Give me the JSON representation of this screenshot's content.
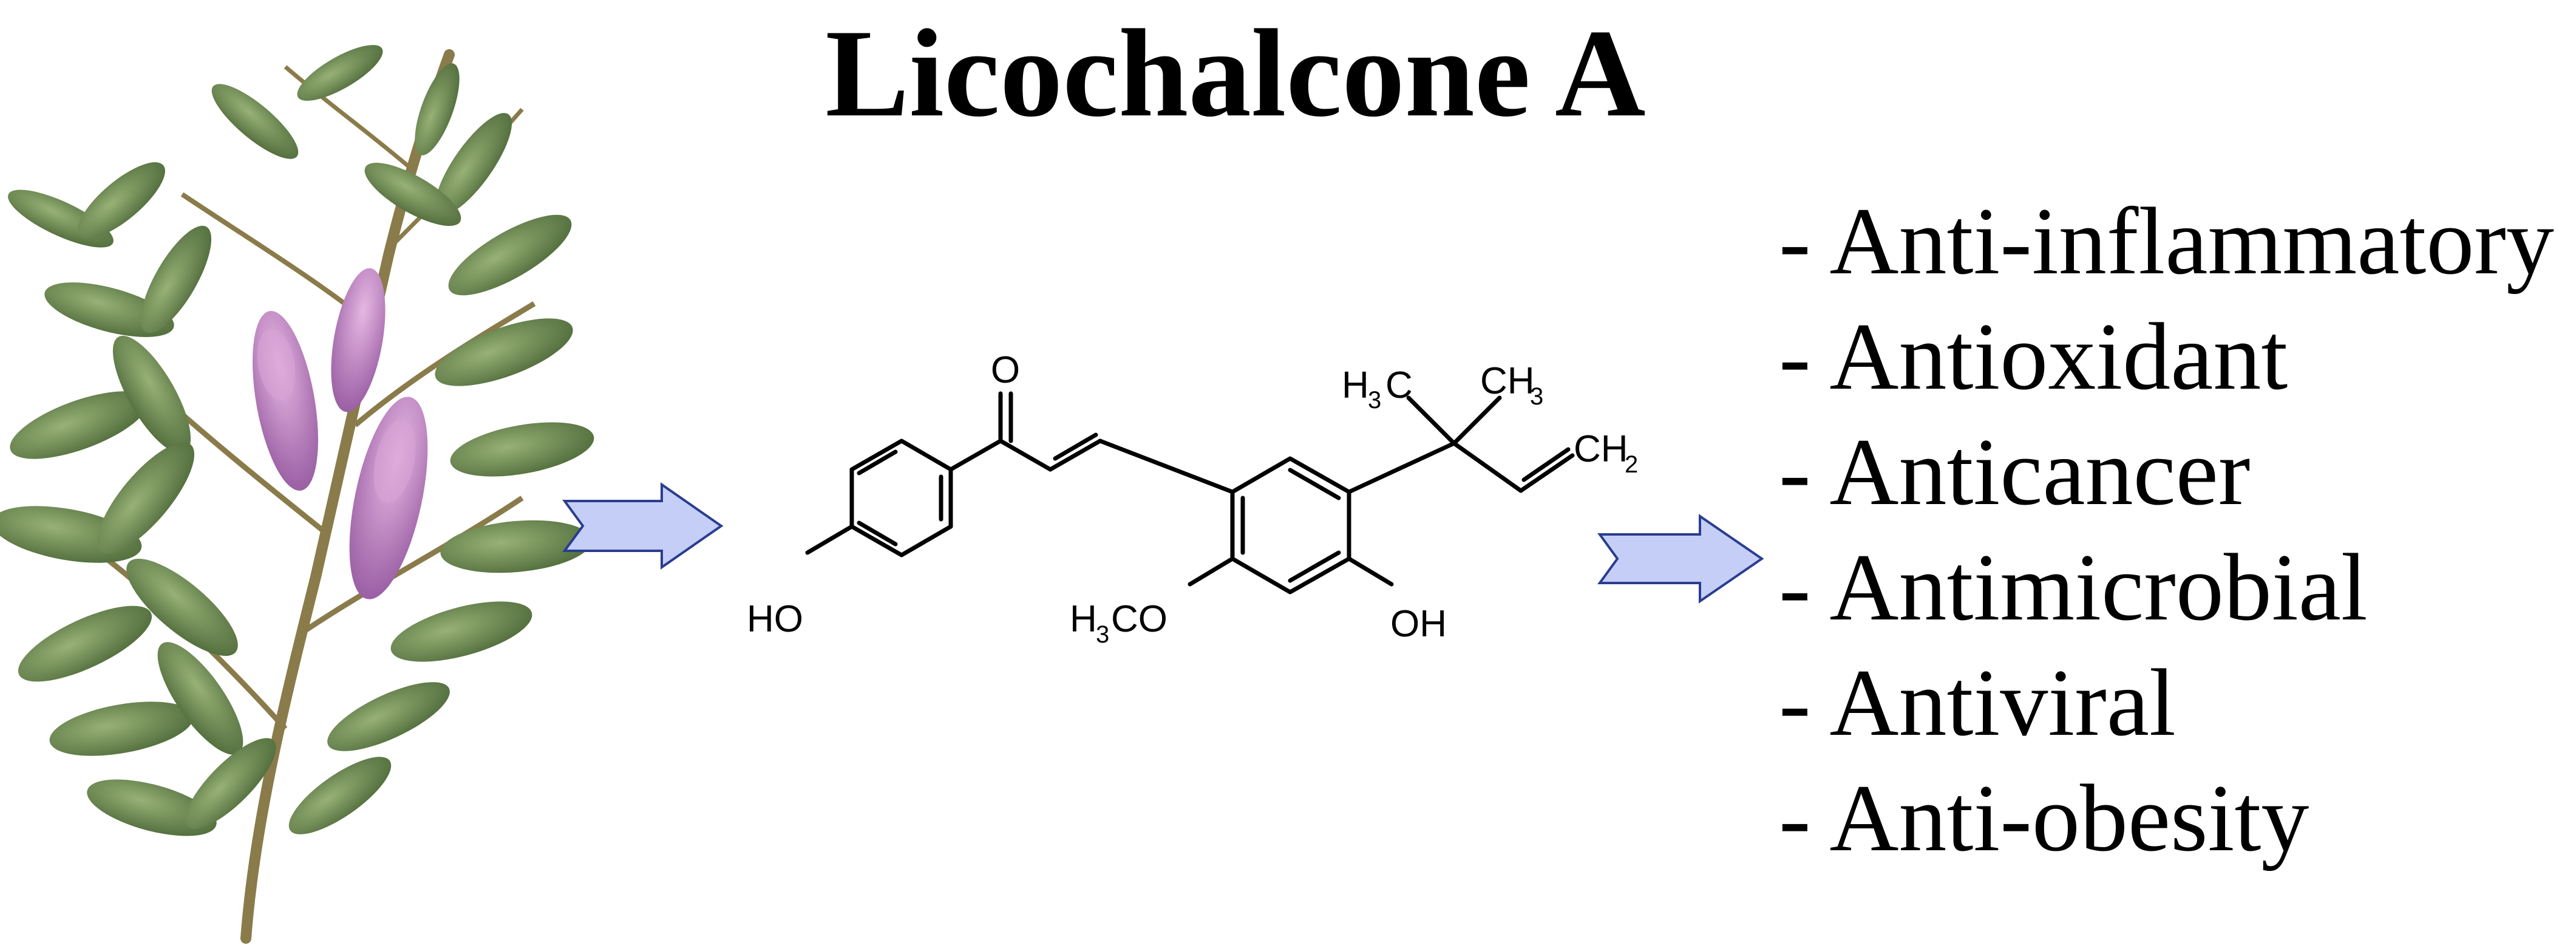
{
  "title": "Licochalcone A",
  "molecule": {
    "atom_labels": {
      "carbonyl_o": "O",
      "hydroxyl_left": "HO",
      "hydroxyl_right": "OH",
      "methoxy": {
        "h": "H",
        "sub": "3",
        "rest": "CO"
      },
      "methyl_left": {
        "h": "H",
        "sub": "3",
        "rest": "C"
      },
      "methyl_right": {
        "main": "CH",
        "sub": "3"
      },
      "vinyl_ch2": {
        "main": "CH",
        "sub": "2"
      }
    }
  },
  "properties": [
    "- Anti-inflammatory",
    "- Antioxidant",
    "- Anticancer",
    "- Antimicrobial",
    "- Antiviral",
    "- Anti-obesity"
  ],
  "colors": {
    "arrow_fill": "#c5cef7",
    "arrow_stroke": "#2a3d8f",
    "leaf_dark": "#4e6a3a",
    "leaf_light": "#7f9a5e",
    "flower": "#b27bb9",
    "stem": "#8a7b4a"
  },
  "icons": {
    "plant": "licorice-plant-illustration",
    "arrow": "right-block-arrow"
  }
}
